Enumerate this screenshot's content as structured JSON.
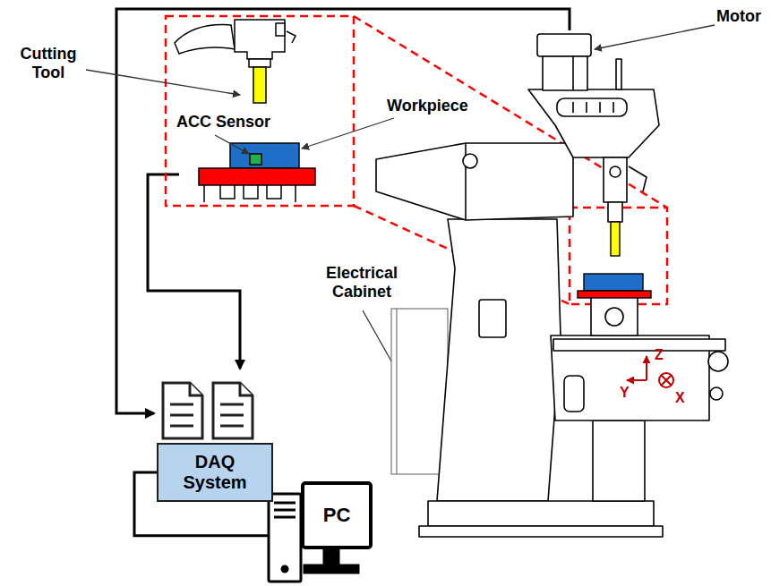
{
  "diagram": {
    "nodes": [
      {
        "text": [
          "DAQ System"
        ]
      },
      {
        "text": [
          "PC"
        ]
      }
    ],
    "edges": [
      {
        "from": 0,
        "to": 1,
        "arrow": "none"
      }
    ],
    "labels": [
      "Cutting Tool",
      "ACC Sensor",
      "Workpiece",
      "Motor",
      "Electrical Cabinet",
      "Z",
      "Y",
      "X"
    ]
  }
}
